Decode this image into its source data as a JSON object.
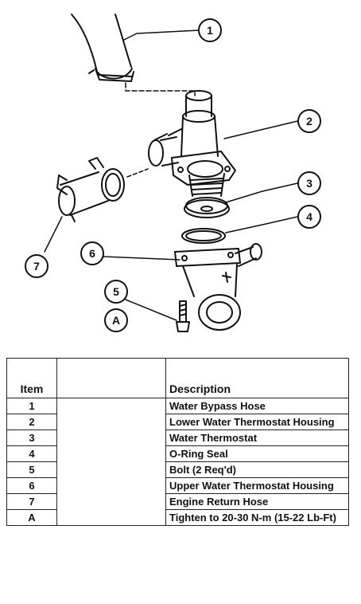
{
  "callouts": {
    "c1": "1",
    "c2": "2",
    "c3": "3",
    "c4": "4",
    "c5": "5",
    "c6": "6",
    "c7": "7",
    "cA": "A"
  },
  "table": {
    "header_item": "Item",
    "header_blank": "",
    "header_description": "Description",
    "rows": [
      {
        "item": "1",
        "description": "Water Bypass Hose"
      },
      {
        "item": "2",
        "description": "Lower Water Thermostat Housing"
      },
      {
        "item": "3",
        "description": "Water Thermostat"
      },
      {
        "item": "4",
        "description": "O-Ring Seal"
      },
      {
        "item": "5",
        "description": "Bolt (2 Req'd)"
      },
      {
        "item": "6",
        "description": "Upper Water Thermostat Housing"
      },
      {
        "item": "7",
        "description": "Engine Return Hose"
      },
      {
        "item": "A",
        "description": "Tighten to 20-30 N-m (15-22 Lb-Ft)"
      }
    ]
  }
}
